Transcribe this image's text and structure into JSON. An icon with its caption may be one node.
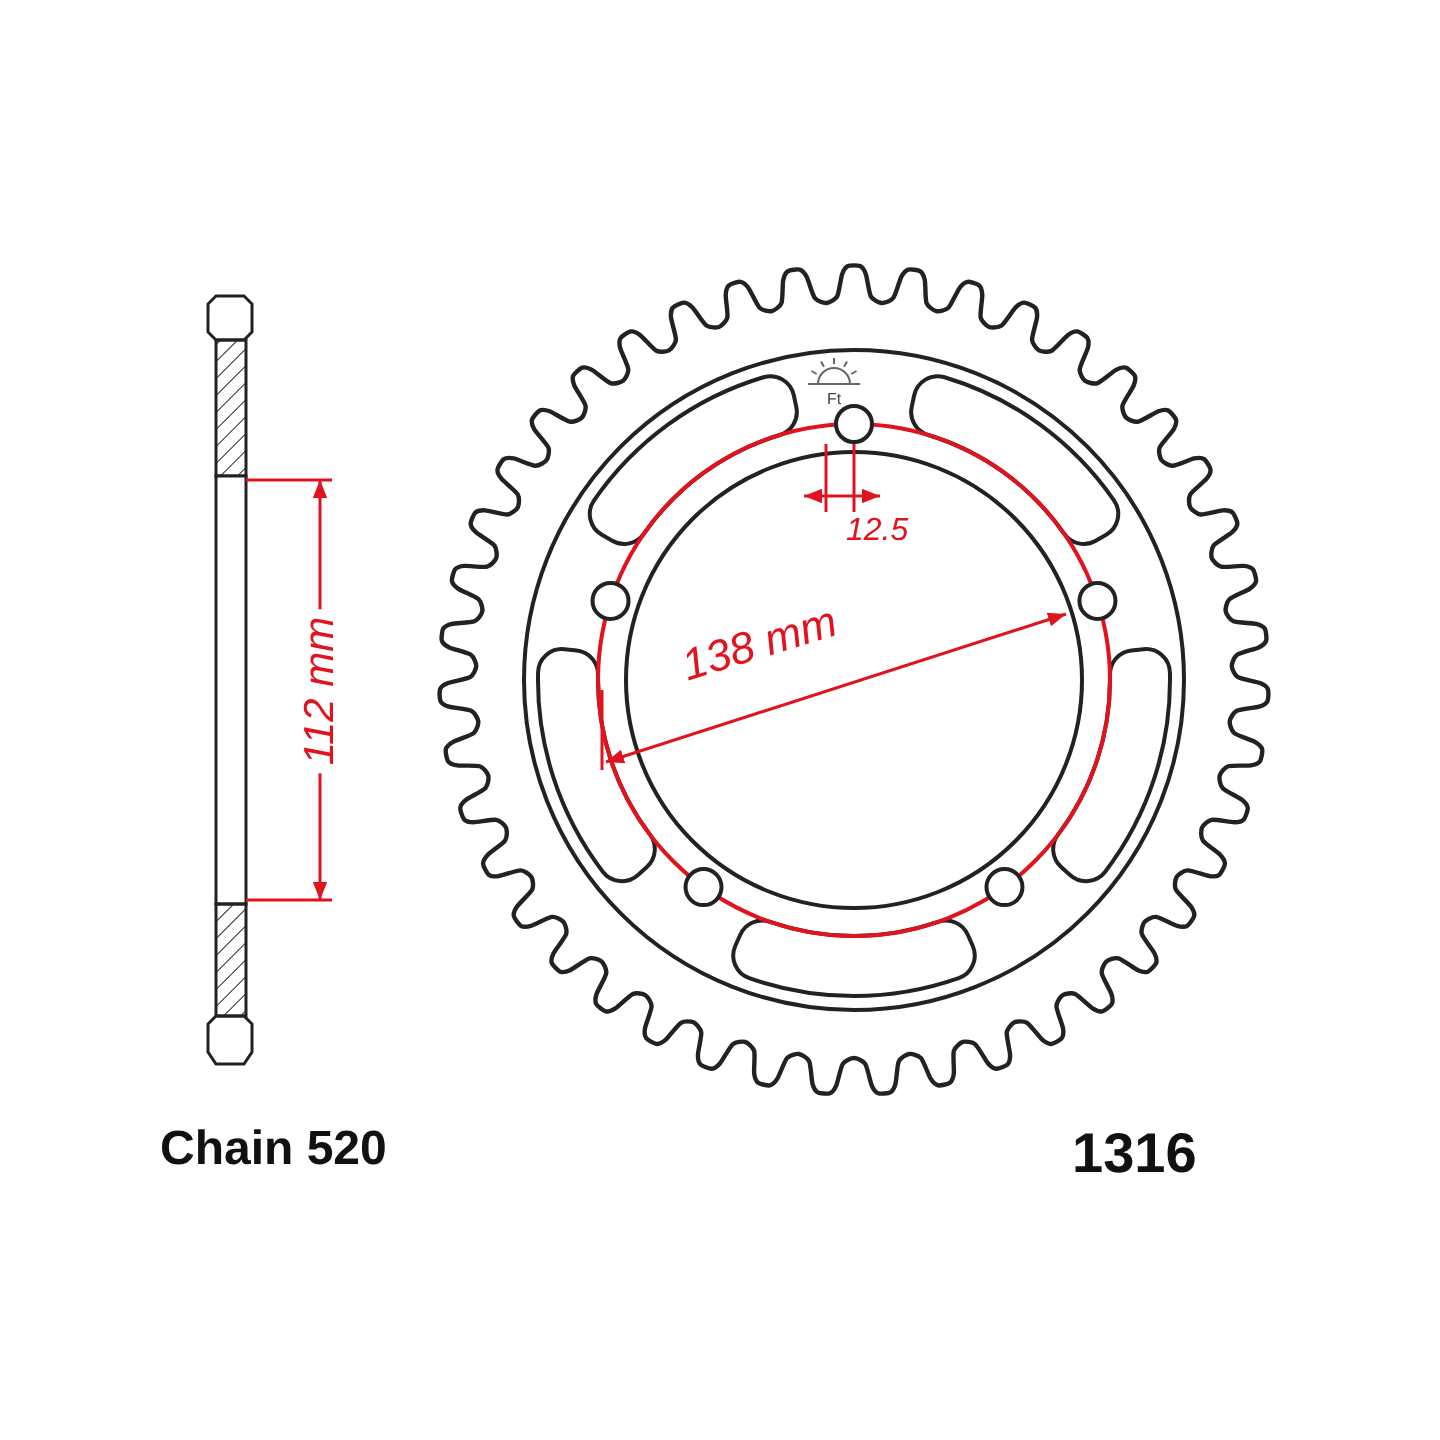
{
  "diagram": {
    "labels": [
      "Ft",
      "112 mm",
      "12.5",
      "138 mm",
      "Chain 520",
      "1316"
    ]
  }
}
